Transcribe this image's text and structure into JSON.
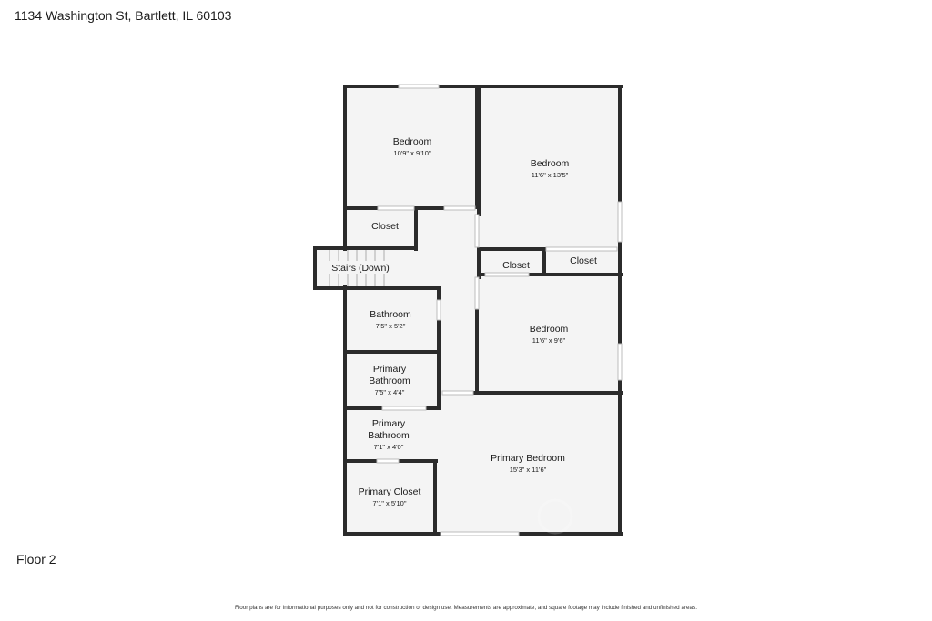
{
  "header": {
    "address": "1134 Washington St, Bartlett, IL 60103"
  },
  "floor": {
    "label": "Floor 2"
  },
  "footer": {
    "disclaimer": "Floor plans are for informational purposes only and not for construction or design use. Measurements are approximate, and square footage may include finished and unfinished areas."
  },
  "rooms": {
    "bedroom_nw": {
      "name": "Bedroom",
      "dims": "10'9\" x 9'10\""
    },
    "bedroom_ne": {
      "name": "Bedroom",
      "dims": "11'6\" x 13'5\""
    },
    "closet_w": {
      "name": "Closet"
    },
    "closet_mid": {
      "name": "Closet"
    },
    "closet_e": {
      "name": "Closet"
    },
    "stairs": {
      "name": "Stairs (Down)"
    },
    "bathroom": {
      "name": "Bathroom",
      "dims": "7'5\" x 5'2\""
    },
    "bedroom_e": {
      "name": "Bedroom",
      "dims": "11'6\" x 9'6\""
    },
    "primary_bath_1": {
      "name_line1": "Primary",
      "name_line2": "Bathroom",
      "dims": "7'5\" x 4'4\""
    },
    "primary_bath_2": {
      "name_line1": "Primary",
      "name_line2": "Bathroom",
      "dims": "7'1\" x 4'0\""
    },
    "primary_bedroom": {
      "name": "Primary Bedroom",
      "dims": "15'3\" x 11'6\""
    },
    "primary_closet": {
      "name": "Primary Closet",
      "dims": "7'1\" x 5'10\""
    }
  }
}
